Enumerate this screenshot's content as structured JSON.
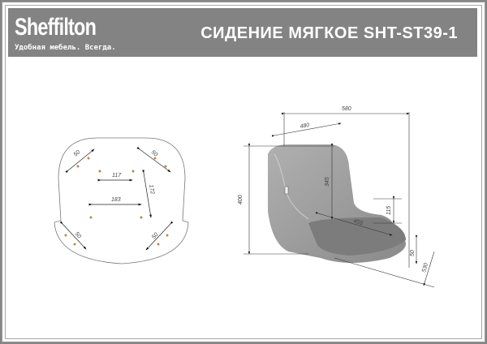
{
  "header": {
    "brand": "Sheffilton",
    "tagline": "Удобная мебель. Всегда.",
    "title": "СИДЕНИЕ МЯГКОЕ SHT-ST39-1"
  },
  "top_view": {
    "dimensions": {
      "hole_spacing_tl": "50",
      "hole_spacing_tr": "50",
      "hole_spacing_bl": "50",
      "hole_spacing_br": "50",
      "upper_width": "117",
      "lower_width": "183",
      "vertical": "172"
    }
  },
  "side_view": {
    "dimensions": {
      "total_width": "580",
      "back_width": "480",
      "total_height": "400",
      "back_height": "345",
      "armrest_height": "115",
      "seat_depth": "455",
      "seat_thickness": "50",
      "total_depth": "530"
    }
  },
  "colors": {
    "header_bg": "#838383",
    "seat_fill": "#9b9b9b",
    "line": "#555555"
  }
}
